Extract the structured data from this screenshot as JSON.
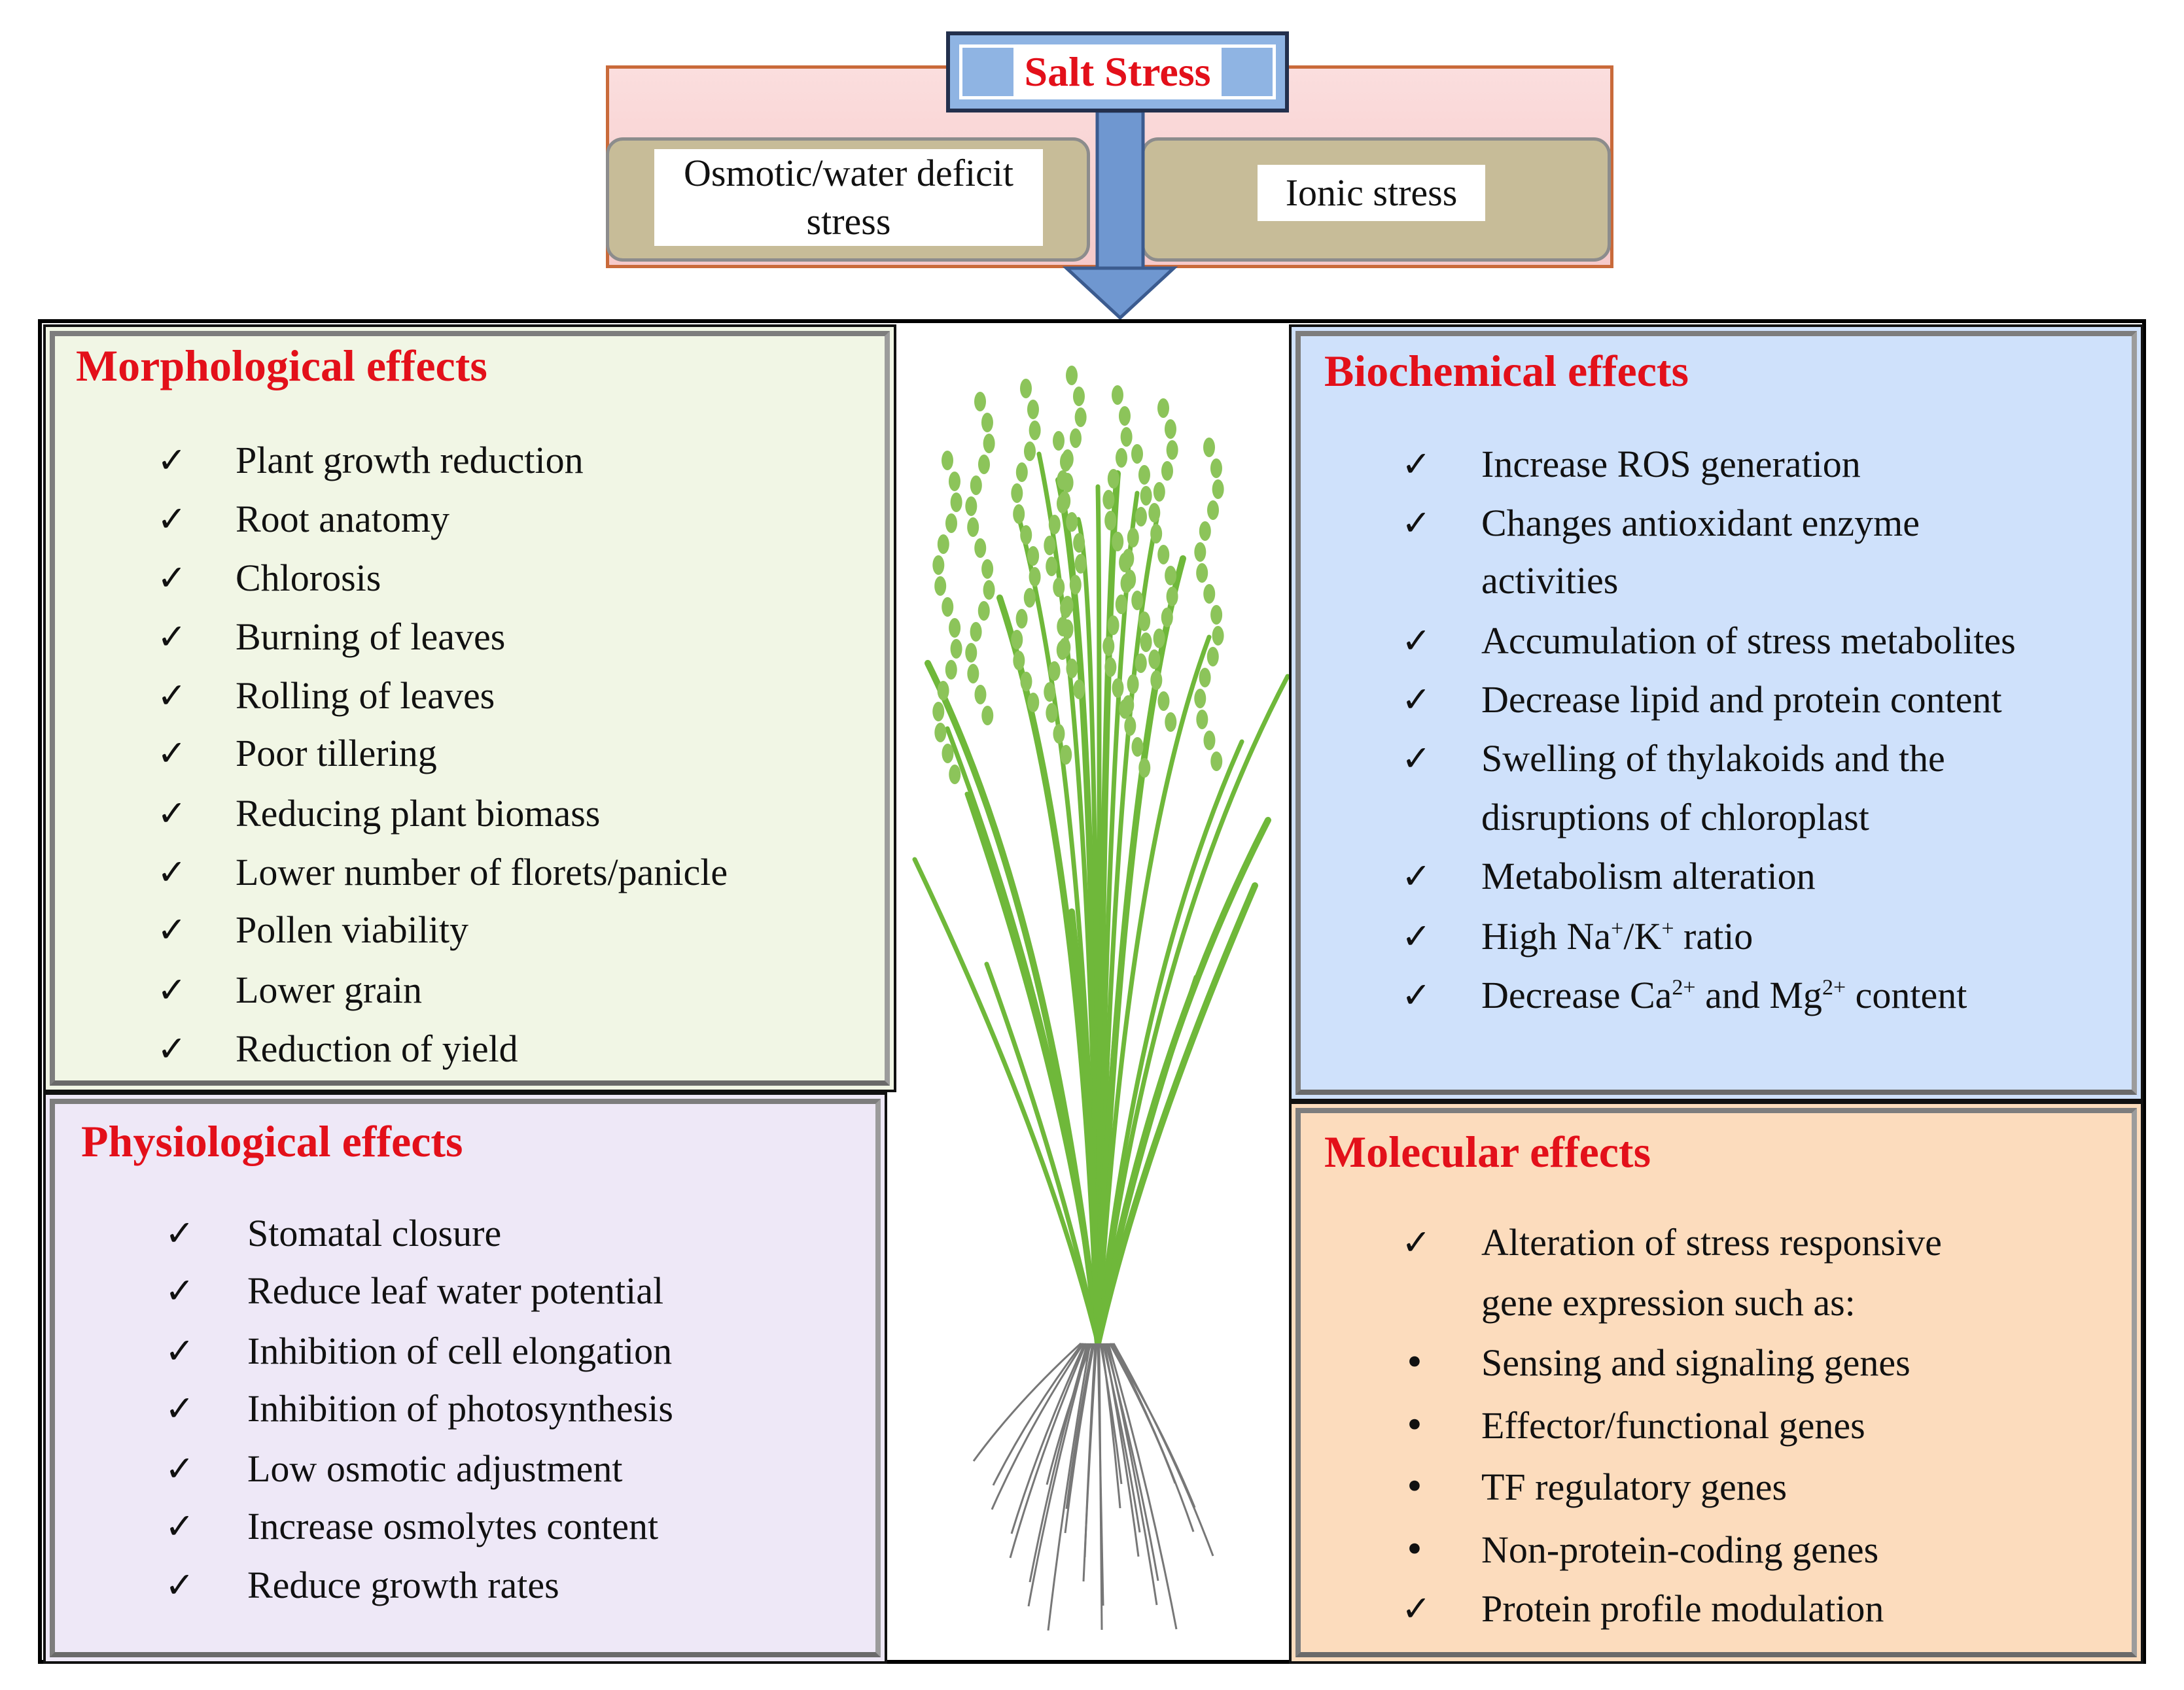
{
  "header": {
    "title": "Salt Stress",
    "osmotic_line1": "Osmotic/water deficit",
    "osmotic_line2": "stress",
    "ionic": "Ionic stress"
  },
  "morphological": {
    "title": "Morphological effects",
    "items": [
      "Plant growth reduction",
      "Root anatomy",
      "Chlorosis",
      "Burning of leaves",
      "Rolling of leaves",
      "Poor tillering",
      "Reducing plant biomass",
      "Lower number of florets/panicle",
      "Pollen viability",
      "Lower grain",
      "Reduction of yield"
    ]
  },
  "biochemical": {
    "title": "Biochemical effects",
    "items": [
      "Increase ROS generation",
      "Changes antioxidant enzyme",
      "activities",
      "Accumulation of stress metabolites",
      "Decrease lipid and protein content",
      "Swelling of thylakoids and the",
      "disruptions of chloroplast",
      "Metabolism alteration",
      "High Na+/K+ ratio",
      "Decrease Ca2+ and Mg2+ content"
    ],
    "ratio_parts": [
      "High Na",
      "+",
      "/K",
      "+",
      " ratio"
    ],
    "ion_parts": [
      "Decrease Ca",
      "2+",
      " and Mg",
      "2+",
      " content"
    ]
  },
  "physiological": {
    "title": "Physiological effects",
    "items": [
      "Stomatal closure",
      "Reduce leaf water potential",
      "Inhibition of cell elongation",
      "Inhibition of photosynthesis",
      "Low osmotic adjustment",
      "Increase osmolytes content",
      "Reduce growth rates"
    ]
  },
  "molecular": {
    "title": "Molecular effects",
    "items": [
      "Alteration of stress responsive",
      "gene expression such as:",
      "Sensing and signaling genes",
      "Effector/functional genes",
      "TF regulatory genes",
      "Non-protein-coding genes",
      "Protein profile modulation"
    ]
  },
  "marks": {
    "check": "✓",
    "bullet": "•"
  },
  "colors": {
    "title_red": "#e3101a",
    "leaf_green": "#6fb83a",
    "root_gray": "#777777"
  }
}
